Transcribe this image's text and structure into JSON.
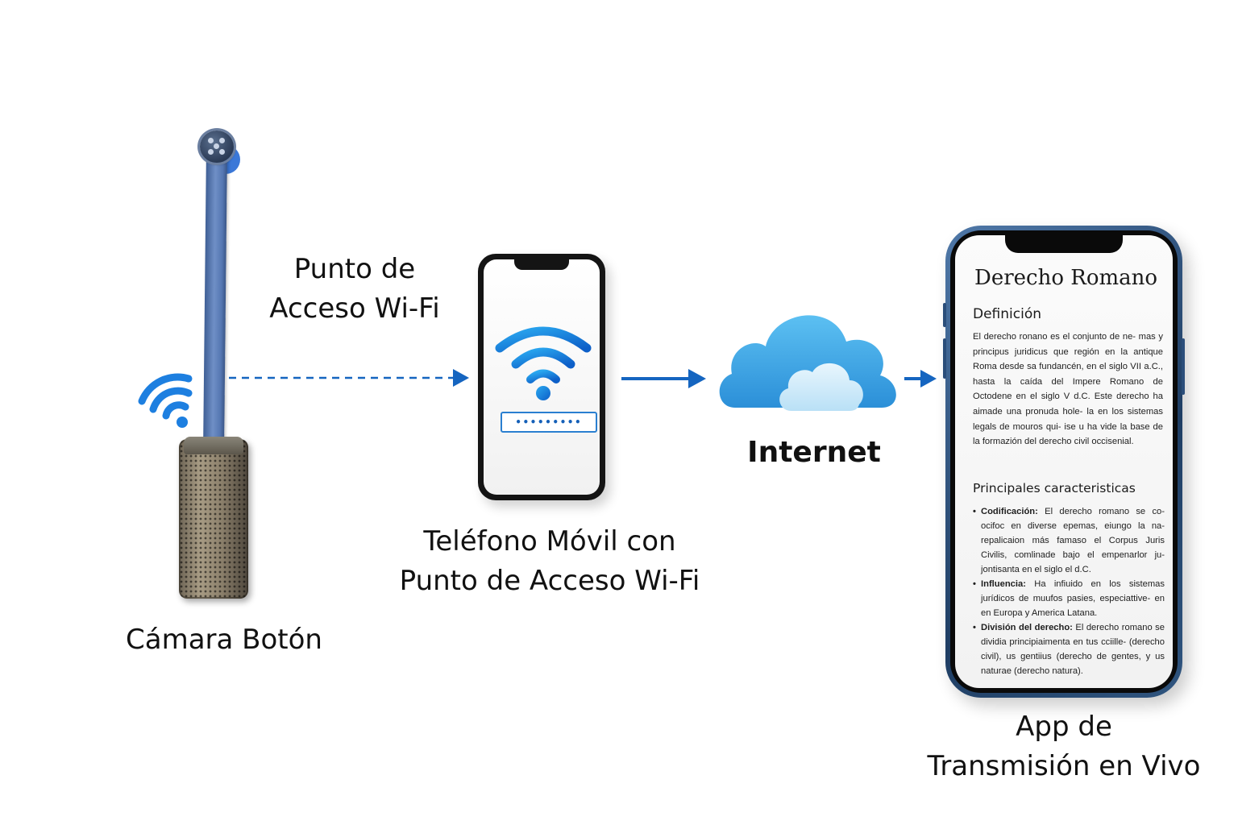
{
  "labels": {
    "camera": "Cámara Botón",
    "hotspot_line1": "Punto de",
    "hotspot_line2": "Acceso Wi-Fi",
    "phone_line1": "Teléfono Móvil con",
    "phone_line2": "Punto de Acceso Wi-Fi",
    "internet": "Internet",
    "app_line1": "App de",
    "app_line2": "Transmisión en Vivo"
  },
  "phone_mid": {
    "password_mask": "•••••••••"
  },
  "app_screen": {
    "title": "Derecho Romano",
    "section1_heading": "Definición",
    "section1_text": "El derecho ronano es el conjunto de ne- mas y principus juridicus que región en la antique Roma desde sa fundancén, en el siglo VII a.C., hasta la caída del Impere Romano de Octodene en el siglo V d.C. Este derecho ha aimade una pronuda hole- la en los sistemas legals de mouros qui- ise u ha vide la base de la formazión del derecho civil occisenial.",
    "section2_heading": "Principales caracteristicas",
    "bullets": [
      {
        "bold": "Codificación:",
        "text": " El derecho romano se co- ocifoc en diverse epemas, eiungo la na- repalicaion más famaso el Corpus Juris Civilis, comlinade bajo el empenarlor ju- jontisanta en el siglo el d.C."
      },
      {
        "bold": "Influencia:",
        "text": " Ha infiuido en los sistemas jurídicos de muufos pasies, especiattive- en en Europa y America Latana."
      },
      {
        "bold": "División del derecho:",
        "text": " El derecho romano se dividia principiaimenta en tus cciille- (derecho civil), us gentiius (derecho de gentes, y us naturae (derecho natura)."
      }
    ]
  },
  "colors": {
    "wifi_blue": "#1d7fe0",
    "arrow_blue": "#1565c0",
    "cloud_blue": "#3aa0e0",
    "cloud_light": "#cfe9f8"
  },
  "icons": {
    "camera_wifi": "wifi-icon",
    "phone_wifi": "wifi-icon",
    "cloud": "cloud-icon",
    "arrows": "arrow-right-icon"
  }
}
